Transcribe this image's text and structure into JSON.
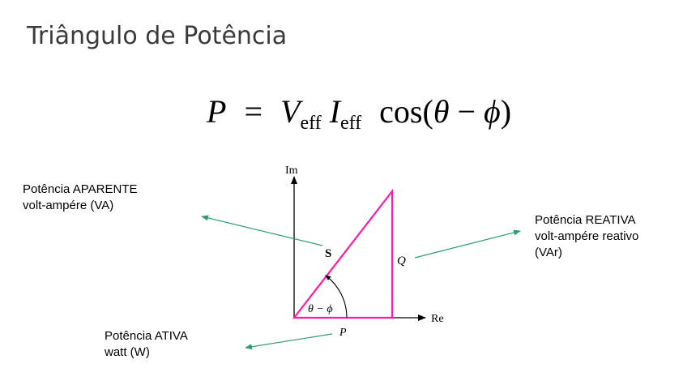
{
  "title": "Triângulo de Potência",
  "formula": {
    "lhs": "P",
    "eq": "=",
    "v": "V",
    "v_sub": "eff",
    "i": "I",
    "i_sub": "eff",
    "func": "cos(",
    "theta": "θ",
    "minus": "−",
    "phi": "ϕ",
    "close": ")"
  },
  "callouts": {
    "aparente": {
      "line1": "Potência APARENTE",
      "line2": "volt-ampére (VA)"
    },
    "reativa": {
      "line1": "Potência REATIVA",
      "line2": "volt-ampére reativo",
      "line3": "(VAr)"
    },
    "ativa": {
      "line1": "Potência ATIVA",
      "line2": "watt (W)"
    }
  },
  "diagram_labels": {
    "im": "Im",
    "re": "Re",
    "s": "S",
    "q": "Q",
    "p": "P",
    "angle": "θ − ϕ"
  },
  "colors": {
    "triangle": "#ff1aa8",
    "arrow": "#2e9e6f",
    "axes": "#000000",
    "title": "#3a3a3a"
  }
}
